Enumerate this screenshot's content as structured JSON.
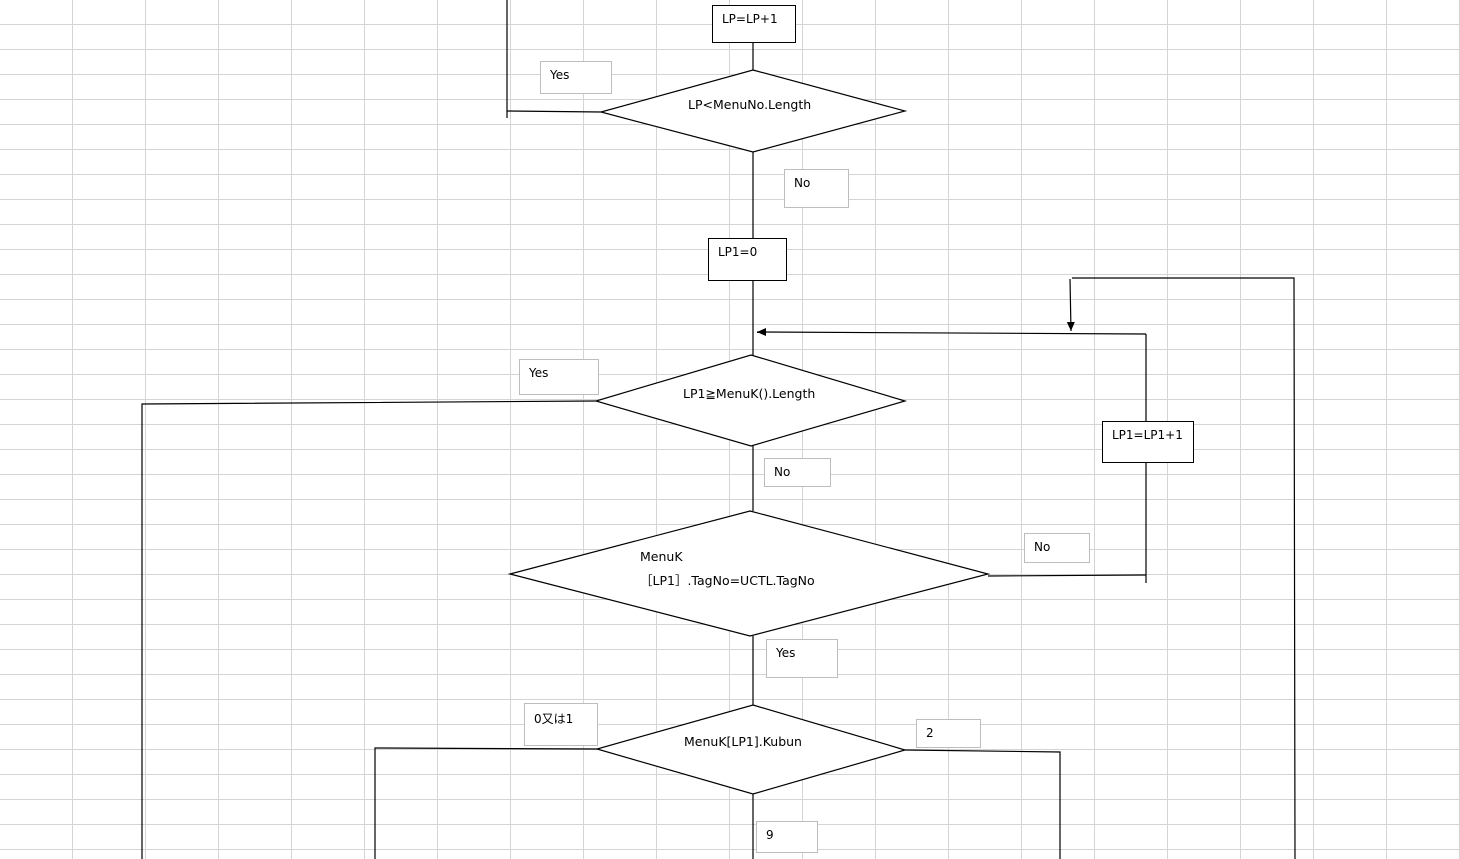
{
  "process": {
    "lp_increment": "LP=LP+1",
    "lp1_init": "LP1=0",
    "lp1_increment": "LP1=LP1+1"
  },
  "decisions": {
    "lp_check": "LP<MenuNo.Length",
    "lp1_check": "LP1≧MenuK().Length",
    "tag_check_line1": "MenuK",
    "tag_check_line2": "［LP1］.TagNo=UCTL.TagNo",
    "kubun_check": "MenuK[LP1].Kubun"
  },
  "labels": {
    "lp_yes": "Yes",
    "lp_no": "No",
    "lp1_yes": "Yes",
    "lp1_no": "No",
    "tag_no": "No",
    "tag_yes": "Yes",
    "kubun_left": "0又は1",
    "kubun_right": "2",
    "kubun_down": "9"
  }
}
